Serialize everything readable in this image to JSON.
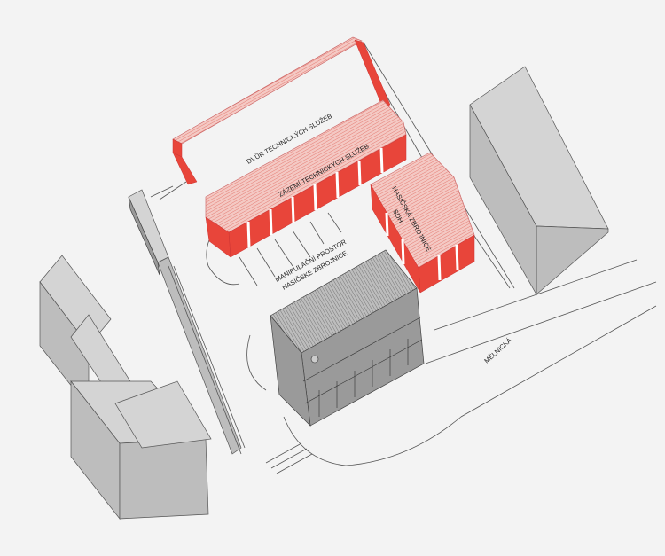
{
  "labels": {
    "courtyard": "DVŮR TECHNICKÝCH SLUŽEB",
    "service_building": "ZÁZEMÍ TECHNICKÝCH SLUŽEB",
    "fire_station_line1": "HASIČSKÁ ZBROJNICE",
    "fire_station_line2": "SDH",
    "yard_line1": "MANIPULAČNÍ PROSTOR",
    "yard_line2": "HASIČSKÉ ZBROJNICE",
    "street": "MĚLNICKÁ"
  },
  "colors": {
    "background": "#f3f3f3",
    "highlight_red": "#e8453a",
    "existing_grey": "#bdbdbd"
  }
}
